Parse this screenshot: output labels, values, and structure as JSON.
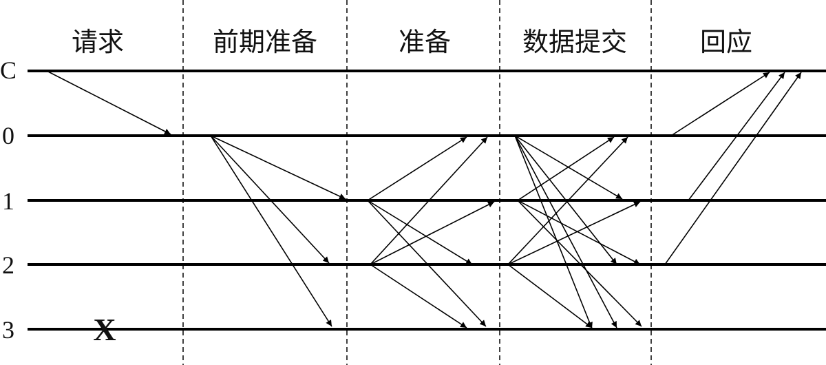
{
  "phases": [
    "请求",
    "前期准备",
    "准备",
    "数据提交",
    "回应"
  ],
  "nodes": [
    "C",
    "0",
    "1",
    "2",
    "3"
  ],
  "failure_mark": "X",
  "colors": {
    "line": "#000000",
    "text": "#111111",
    "background": "#ffffff"
  }
}
